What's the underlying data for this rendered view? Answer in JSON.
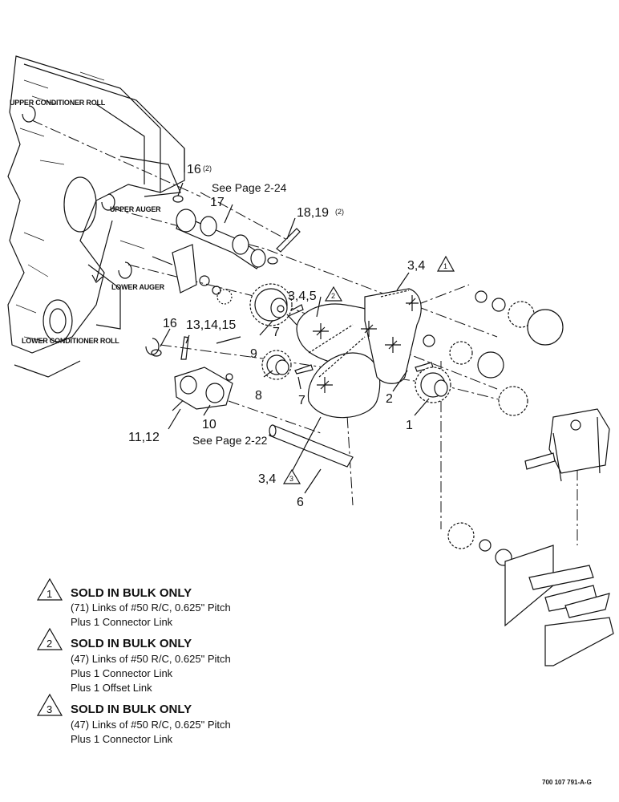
{
  "callouts": {
    "upper_conditioner_roll": "UPPER CONDITIONER ROLL",
    "upper_auger": "UPPER AUGER",
    "lower_auger": "LOWER AUGER",
    "lower_conditioner_roll": "LOWER CONDITIONER ROLL"
  },
  "parts": {
    "p16a": "16",
    "p16a_qty": "(2)",
    "p17": "17",
    "see_page_224": "See Page 2-24",
    "p18_19": "18,19",
    "p18_19_qty": "(2)",
    "p3_4_a": "3,4",
    "p3_4_a_note": "1",
    "p3_4_5": "3,4,5",
    "p3_4_5_note": "2",
    "p16b": "16",
    "p13_14_15": "13,14,15",
    "p9": "9",
    "p7a": "7",
    "p7b": "7",
    "p8": "8",
    "p2": "2",
    "p1": "1",
    "p10": "10",
    "see_page_222": "See Page 2-22",
    "p11_12": "11,12",
    "p3_4_b": "3,4",
    "p3_4_b_note": "3",
    "p6": "6"
  },
  "notes": [
    {
      "number": "1",
      "heading": "SOLD IN BULK ONLY",
      "lines": [
        "(71) Links of #50 R/C, 0.625\" Pitch",
        "Plus 1 Connector Link"
      ]
    },
    {
      "number": "2",
      "heading": "SOLD IN BULK ONLY",
      "lines": [
        "(47) Links of #50 R/C, 0.625\" Pitch",
        "Plus 1 Connector Link",
        "Plus 1 Offset Link"
      ]
    },
    {
      "number": "3",
      "heading": "SOLD IN BULK ONLY",
      "lines": [
        "(47) Links of #50 R/C, 0.625\" Pitch",
        "Plus 1 Connector Link"
      ]
    }
  ],
  "drawing_code": "700 107 791-A-G"
}
